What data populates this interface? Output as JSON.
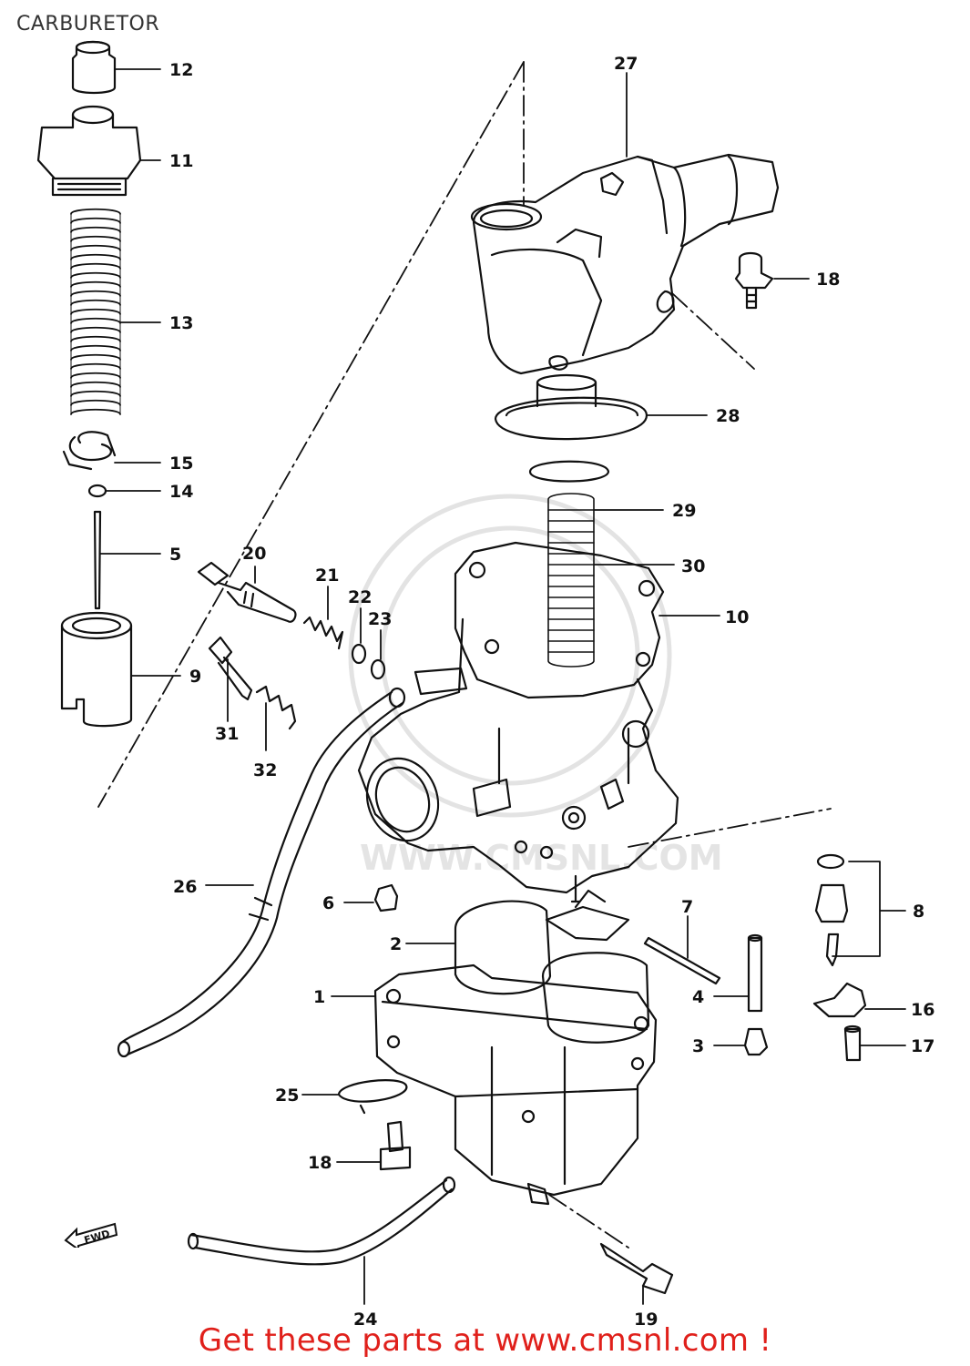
{
  "title": "CARBURETOR",
  "footer": "Get these parts at www.cmsnl.com !",
  "watermark": "WWW.CMSNL.COM",
  "fwd_label": "FWD",
  "callouts": [
    {
      "id": "12",
      "label": "12"
    },
    {
      "id": "11",
      "label": "11"
    },
    {
      "id": "13",
      "label": "13"
    },
    {
      "id": "15",
      "label": "15"
    },
    {
      "id": "14",
      "label": "14"
    },
    {
      "id": "5",
      "label": "5"
    },
    {
      "id": "9",
      "label": "9"
    },
    {
      "id": "20",
      "label": "20"
    },
    {
      "id": "21",
      "label": "21"
    },
    {
      "id": "22",
      "label": "22"
    },
    {
      "id": "23",
      "label": "23"
    },
    {
      "id": "31",
      "label": "31"
    },
    {
      "id": "32",
      "label": "32"
    },
    {
      "id": "27",
      "label": "27"
    },
    {
      "id": "18a",
      "label": "18"
    },
    {
      "id": "28",
      "label": "28"
    },
    {
      "id": "29",
      "label": "29"
    },
    {
      "id": "30",
      "label": "30"
    },
    {
      "id": "10",
      "label": "10"
    },
    {
      "id": "26",
      "label": "26"
    },
    {
      "id": "6",
      "label": "6"
    },
    {
      "id": "2",
      "label": "2"
    },
    {
      "id": "7",
      "label": "7"
    },
    {
      "id": "8",
      "label": "8"
    },
    {
      "id": "1",
      "label": "1"
    },
    {
      "id": "4",
      "label": "4"
    },
    {
      "id": "16",
      "label": "16"
    },
    {
      "id": "3",
      "label": "3"
    },
    {
      "id": "17",
      "label": "17"
    },
    {
      "id": "25",
      "label": "25"
    },
    {
      "id": "18b",
      "label": "18"
    },
    {
      "id": "24",
      "label": "24"
    },
    {
      "id": "19",
      "label": "19"
    }
  ]
}
